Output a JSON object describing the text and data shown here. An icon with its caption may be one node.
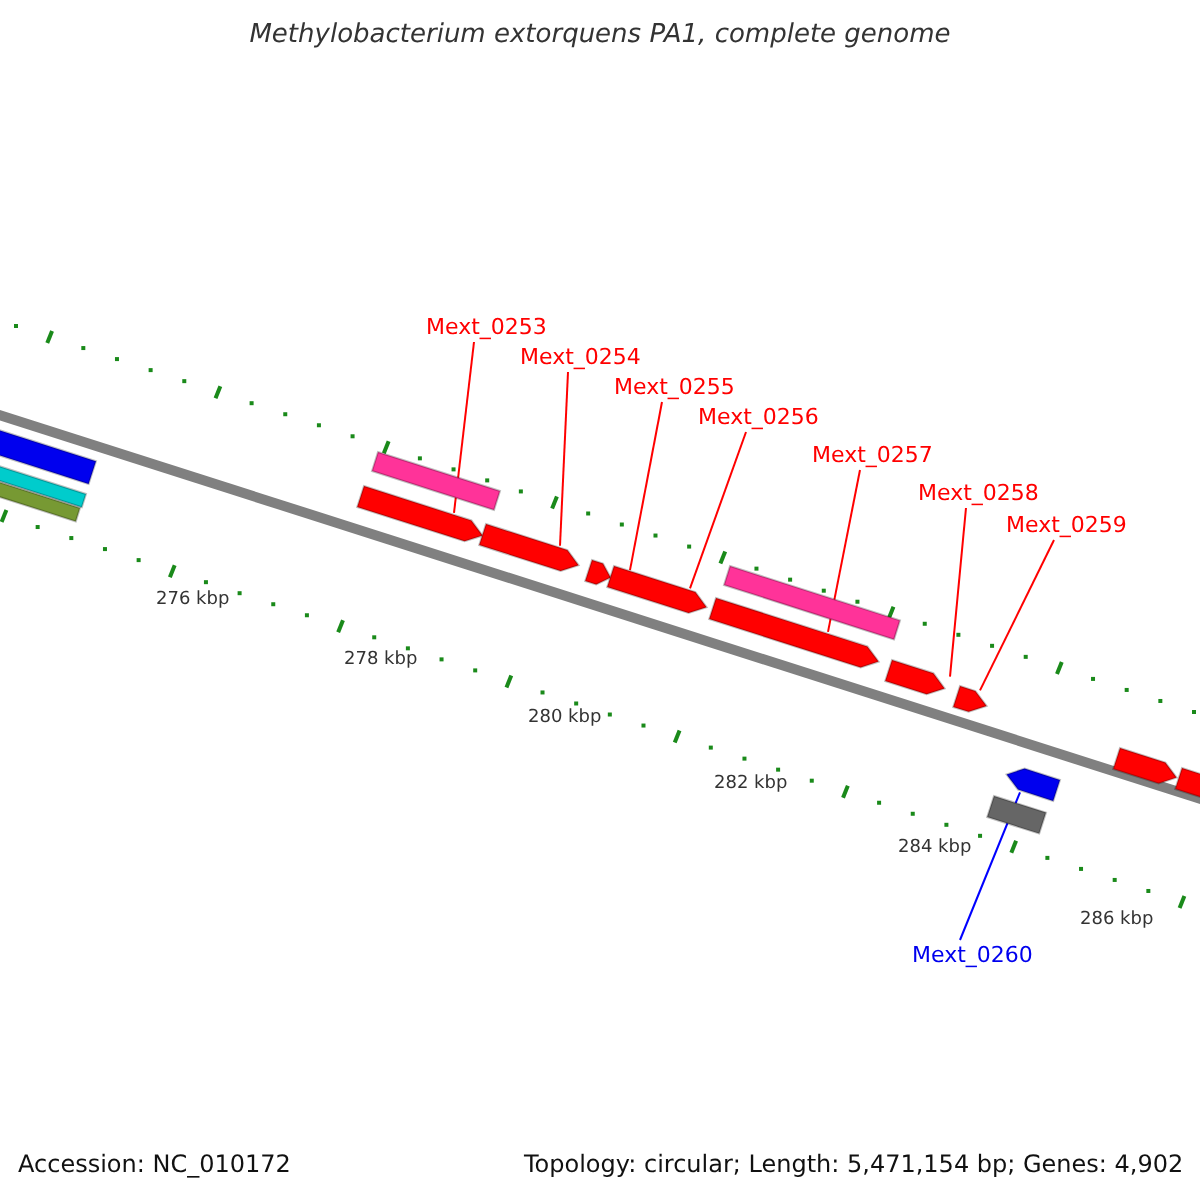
{
  "diagram": {
    "title": "Methylobacterium extorquens PA1, complete genome",
    "nodes": [
      {
        "text": [
          "Mext_0253"
        ]
      },
      {
        "text": [
          "Mext_0254"
        ]
      },
      {
        "text": [
          "Mext_0255"
        ]
      },
      {
        "text": [
          "Mext_0256"
        ]
      },
      {
        "text": [
          "Mext_0257"
        ]
      },
      {
        "text": [
          "Mext_0258"
        ]
      },
      {
        "text": [
          "Mext_0259"
        ]
      },
      {
        "text": [
          "Mext_0260"
        ]
      },
      {
        "text": [],
        "shape": "bar"
      },
      {
        "text": [],
        "shape": "bar"
      },
      {
        "text": [],
        "shape": "bar"
      },
      {
        "text": [],
        "shape": "arrow"
      },
      {
        "text": [],
        "shape": "bar"
      },
      {
        "text": [],
        "shape": "arrow"
      },
      {
        "text": [],
        "shape": "arrow"
      },
      {
        "text": [],
        "shape": "arrow"
      },
      {
        "text": [],
        "shape": "arrow"
      },
      {
        "text": [],
        "shape": "bar"
      },
      {
        "text": [],
        "shape": "arrow"
      },
      {
        "text": [],
        "shape": "arrow"
      },
      {
        "text": [],
        "shape": "bar"
      },
      {
        "text": [],
        "shape": "arrow"
      },
      {
        "text": [],
        "shape": "arrow"
      },
      {
        "text": [],
        "shape": "arrow"
      }
    ],
    "edges": [
      {
        "from": 0,
        "to": 11,
        "arrow": "none"
      },
      {
        "from": 1,
        "to": 13,
        "arrow": "none"
      },
      {
        "from": 2,
        "to": 14,
        "arrow": "none"
      },
      {
        "from": 3,
        "to": 15,
        "arrow": "none"
      },
      {
        "from": 4,
        "to": 16,
        "arrow": "none"
      },
      {
        "from": 5,
        "to": 18,
        "arrow": "none"
      },
      {
        "from": 6,
        "to": 19,
        "arrow": "none"
      },
      {
        "from": 7,
        "to": 21,
        "arrow": "none",
        "color": "#0000ff"
      }
    ],
    "labels": [
      "276 kbp",
      "278 kbp",
      "280 kbp",
      "282 kbp",
      "284 kbp",
      "286 kbp",
      "Accession: NC_010172",
      "Topology: circular; Length: 5,471,154 bp; Genes: 4,902"
    ]
  }
}
